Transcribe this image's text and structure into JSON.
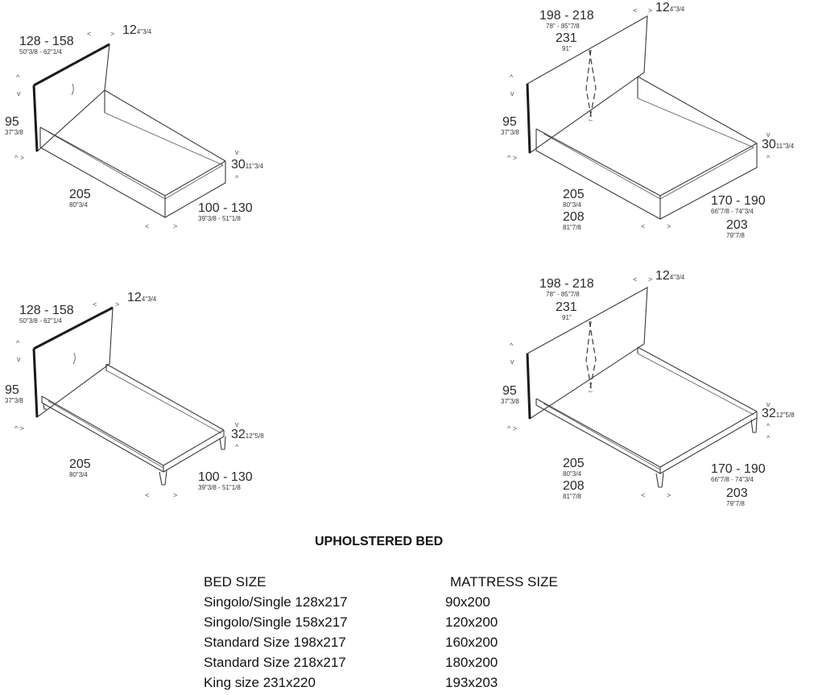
{
  "diagrams": {
    "single_base": {
      "headboard_width": "128 - 158",
      "headboard_width_in": "50\"3/8 - 62\"1/4",
      "headboard_depth": "12",
      "headboard_depth_in": "4\"3/4",
      "height": "95",
      "height_in": "37\"3/8",
      "frame_height": "30",
      "frame_height_in": "11\"3/4",
      "length": "205",
      "length_in": "80\"3/4",
      "width": "100 - 130",
      "width_in": "39\"3/8 - 51\"1/8"
    },
    "double_base": {
      "headboard_width": "198 - 218",
      "headboard_width_in": "78\" - 85\"7/8",
      "headboard_width_king": "231",
      "headboard_width_king_in": "91\"",
      "headboard_depth": "12",
      "headboard_depth_in": "4\"3/4",
      "height": "95",
      "height_in": "37\"3/8",
      "frame_height": "30",
      "frame_height_in": "11\"3/4",
      "length": "205",
      "length_in": "80\"3/4",
      "length_king": "208",
      "length_king_in": "81\"7/8",
      "width": "170 - 190",
      "width_in": "66\"7/8 - 74\"3/4",
      "width_king": "203",
      "width_king_in": "79\"7/8"
    },
    "single_legs": {
      "headboard_width": "128 - 158",
      "headboard_width_in": "50\"3/8 - 62\"1/4",
      "headboard_depth": "12",
      "headboard_depth_in": "4\"3/4",
      "height": "95",
      "height_in": "37\"3/8",
      "frame_height": "32",
      "frame_height_in": "12\"5/8",
      "length": "205",
      "length_in": "80\"3/4",
      "width": "100 - 130",
      "width_in": "39\"3/8 - 51\"1/8"
    },
    "double_legs": {
      "headboard_width": "198 - 218",
      "headboard_width_in": "78\" - 85\"7/8",
      "headboard_width_king": "231",
      "headboard_width_king_in": "91\"",
      "headboard_depth": "12",
      "headboard_depth_in": "4\"3/4",
      "height": "95",
      "height_in": "37\"3/8",
      "frame_height": "32",
      "frame_height_in": "12\"5/8",
      "length": "205",
      "length_in": "80\"3/4",
      "length_king": "208",
      "length_king_in": "81\"7/8",
      "width": "170 - 190",
      "width_in": "66\"7/8 - 74\"3/4",
      "width_king": "203",
      "width_king_in": "79\"7/8"
    }
  },
  "table": {
    "title": "UPHOLSTERED BED",
    "headers": [
      "BED SIZE",
      "MATTRESS SIZE"
    ],
    "rows": [
      {
        "bed": "Singolo/Single 128x217",
        "mattress": "90x200"
      },
      {
        "bed": "Singolo/Single 158x217",
        "mattress": "120x200"
      },
      {
        "bed": "Standard Size 198x217",
        "mattress": "160x200"
      },
      {
        "bed": "Standard Size 218x217",
        "mattress": "180x200"
      },
      {
        "bed": "King size 231x220",
        "mattress": "193x203"
      }
    ]
  }
}
